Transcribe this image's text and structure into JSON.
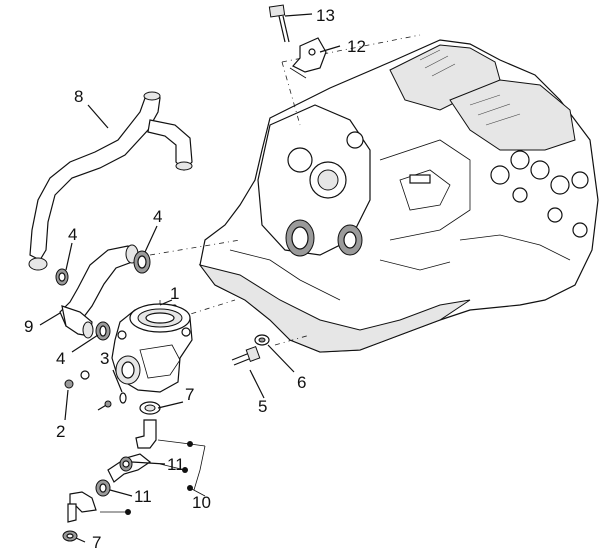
{
  "callouts": [
    {
      "id": "c13",
      "text": "13"
    },
    {
      "id": "c12",
      "text": "12"
    },
    {
      "id": "c8",
      "text": "8"
    },
    {
      "id": "c4a",
      "text": "4"
    },
    {
      "id": "c4b",
      "text": "4"
    },
    {
      "id": "c1",
      "text": "1"
    },
    {
      "id": "c9",
      "text": "9"
    },
    {
      "id": "c4c",
      "text": "4"
    },
    {
      "id": "c3",
      "text": "3"
    },
    {
      "id": "c7a",
      "text": "7"
    },
    {
      "id": "c6",
      "text": "6"
    },
    {
      "id": "c5",
      "text": "5"
    },
    {
      "id": "c2",
      "text": "2"
    },
    {
      "id": "c11a",
      "text": "11"
    },
    {
      "id": "c11b",
      "text": "11"
    },
    {
      "id": "c10",
      "text": "10"
    },
    {
      "id": "c7b",
      "text": "7"
    }
  ],
  "parts": {
    "engine": "engine-block",
    "pump": "water-pump",
    "hose_long": "long-coolant-hose",
    "hose_short": "short-coolant-hose",
    "bolt": "mounting-bolt",
    "bracket": "hose-bracket"
  }
}
